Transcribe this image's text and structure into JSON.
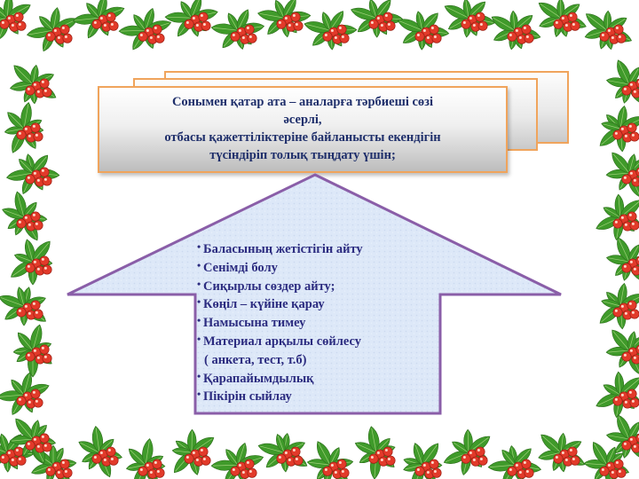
{
  "header_card": {
    "lines": [
      "Сонымен   қатар   ата –  аналарға     тәрбиеші   сөзі",
      "әсерлі,",
      "отбасы  қажеттіліктеріне   байланысты  екендігін",
      "түсіндіріп   толық  тыңдату  үшін;"
    ]
  },
  "arrow_list": {
    "items": [
      "Баласының   жетістігін   айту",
      "Сенімді   болу",
      "Сиқырлы  сөздер   айту;",
      "Көңіл  –  күйіне   қарау",
      "Намысына   тимеу",
      "Материал   арқылы  сөйлесу",
      " ( анкета,  тест,  т.б)",
      "Қарапайымдылық",
      "Пікірін  сыйлау"
    ]
  },
  "colors": {
    "text": "#2c2c80",
    "card_border": "#f0a45c",
    "arrow_fill": "#dbe6f7",
    "arrow_stroke": "#8a5ea8",
    "leaf": "#3f9a2a",
    "berry": "#e23a2a"
  },
  "icons": [
    "leaf-icon",
    "berry-cluster-icon"
  ]
}
